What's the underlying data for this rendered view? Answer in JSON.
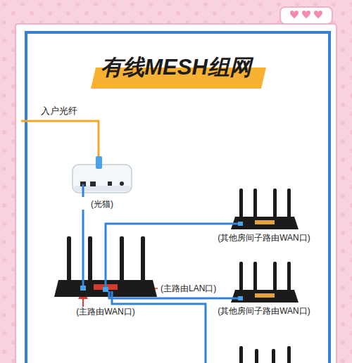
{
  "diagram": {
    "title": "有线MESH组网",
    "nodes": [
      {
        "text": [
          "(光猫)"
        ]
      },
      {
        "text": [
          "(主路由WAN口)"
        ]
      },
      {
        "text": [
          "(其他房间子路由WAN口)"
        ]
      },
      {
        "text": [
          "(其他房间子路由WAN口)"
        ]
      }
    ],
    "edges": [
      {
        "from": 0,
        "to": 1,
        "arrow": "none"
      },
      {
        "from": 1,
        "to": 2,
        "arrow": "none"
      },
      {
        "from": 1,
        "to": 3,
        "arrow": "none"
      }
    ],
    "labels": [
      "入户光纤",
      "(主路由LAN口)"
    ]
  }
}
